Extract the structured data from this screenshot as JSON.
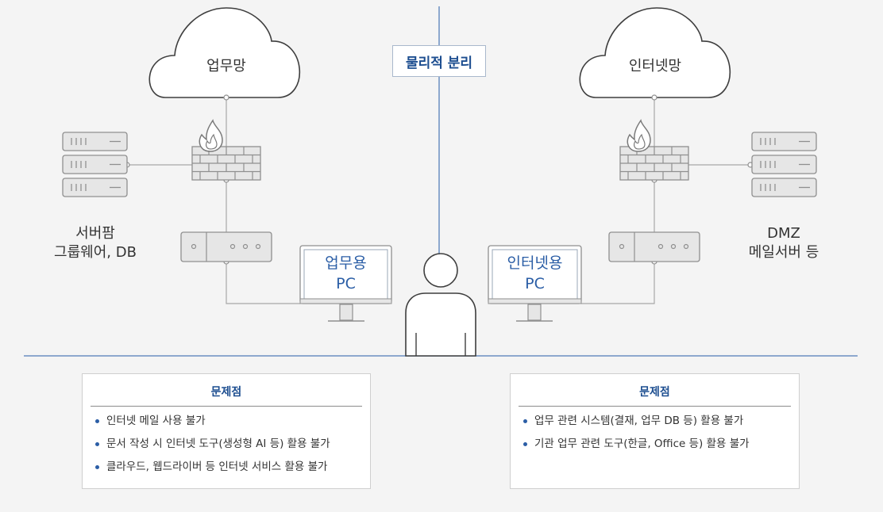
{
  "separation_label": "물리적 분리",
  "left": {
    "network": "업무망",
    "server_label_line1": "서버팜",
    "server_label_line2": "그룹웨어, DB",
    "pc_line1": "업무용",
    "pc_line2": "PC"
  },
  "right": {
    "network": "인터넷망",
    "server_label_line1": "DMZ",
    "server_label_line2": "메일서버 등",
    "pc_line1": "인터넷용",
    "pc_line2": "PC"
  },
  "problems": [
    {
      "title": "문제점",
      "items": [
        "인터넷 메일 사용 불가",
        "문서 작성 시 인터넷 도구(생성형 AI 등) 활용 불가",
        "클라우드, 웹드라이버 등 인터넷 서비스 활용 불가"
      ]
    },
    {
      "title": "문제점",
      "items": [
        "업무 관련 시스템(결재, 업무 DB 등) 활용 불가",
        "기관 업무 관련 도구(한글, Office 등) 활용 불가"
      ]
    }
  ],
  "colors": {
    "line": "#a8a8a8",
    "accent": "#2b5ea6",
    "title": "#1d4e90",
    "device_fill": "#e6e6e6",
    "device_stroke": "#8f8f8f",
    "flame": "#ffffff"
  }
}
